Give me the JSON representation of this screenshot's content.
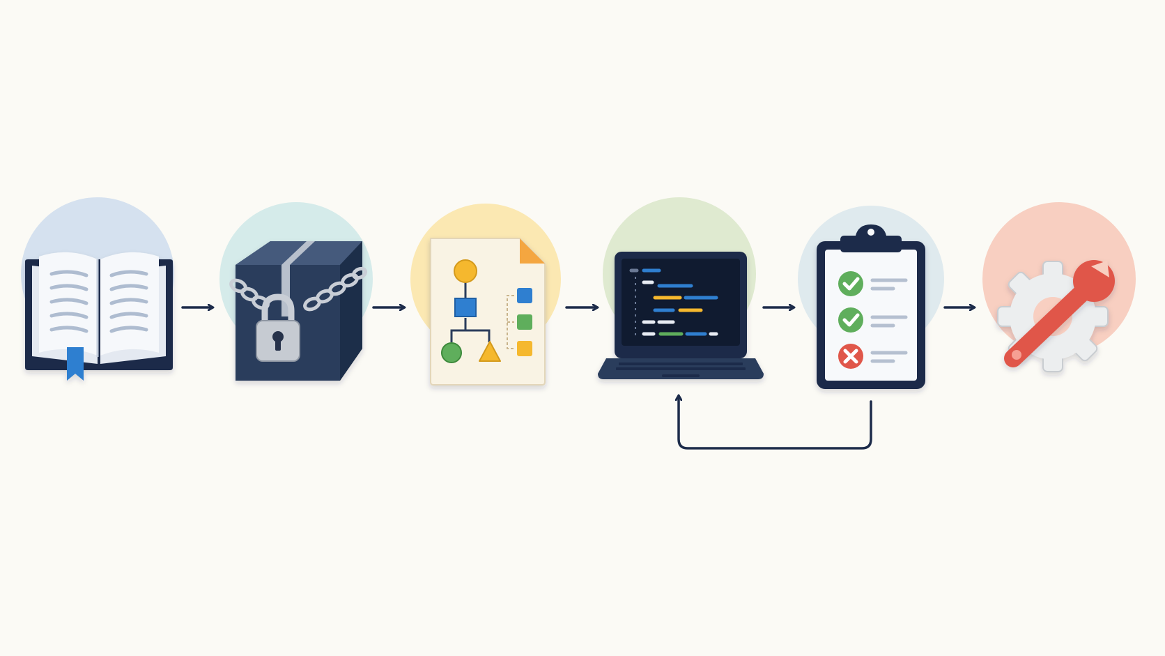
{
  "diagram": {
    "stages": [
      {
        "id": "read",
        "icon": "open-book-icon",
        "circle_color": "#d5e1ef"
      },
      {
        "id": "lock",
        "icon": "locked-box-icon",
        "circle_color": "#d5ebea"
      },
      {
        "id": "design",
        "icon": "flowchart-document-icon",
        "circle_color": "#fbe8b2"
      },
      {
        "id": "code",
        "icon": "laptop-code-icon",
        "circle_color": "#dfead0"
      },
      {
        "id": "test",
        "icon": "clipboard-checklist-icon",
        "circle_color": "#dfeaee"
      },
      {
        "id": "maintain",
        "icon": "gear-wrench-icon",
        "circle_color": "#f8cfc1"
      }
    ],
    "arrows": [
      {
        "from": "read",
        "to": "lock"
      },
      {
        "from": "lock",
        "to": "design"
      },
      {
        "from": "design",
        "to": "code"
      },
      {
        "from": "code",
        "to": "test"
      },
      {
        "from": "test",
        "to": "maintain"
      }
    ],
    "feedback_loop": {
      "from": "test",
      "to": "code"
    },
    "checklist": [
      "pass",
      "pass",
      "fail"
    ],
    "colors": {
      "navy": "#1c2b4a",
      "blue": "#2f7fd0",
      "yellow": "#f5b82e",
      "green": "#5fae5c",
      "red": "#e0574a",
      "orange": "#f4a640",
      "background": "#fbfaf5"
    }
  }
}
